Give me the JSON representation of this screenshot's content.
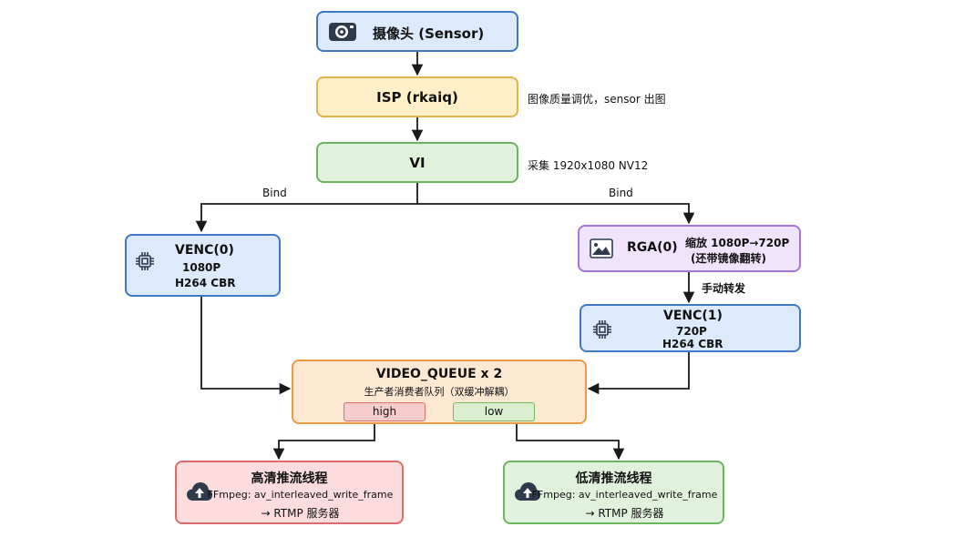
{
  "colors": {
    "blue": "#3f79c6",
    "yellow": "#e0b44a",
    "green": "#6cb45e",
    "purple": "#a675dc",
    "orange": "#ec9a45",
    "red": "#dd6b6b",
    "arrow": "#1a1a1a"
  },
  "nodes": {
    "sensor": {
      "label": "摄像头 (Sensor)",
      "icon": "camera-icon"
    },
    "isp": {
      "label": "ISP (rkaiq)",
      "note": "图像质量调优，sensor 出图"
    },
    "vi": {
      "label": "VI",
      "note": "采集 1920x1080 NV12"
    },
    "venc0": {
      "title": "VENC(0)",
      "line1": "1080P",
      "line2": "H264 CBR",
      "icon": "chip-icon"
    },
    "rga0": {
      "title": "RGA(0)",
      "line1": "缩放 1080P→720P",
      "line2": "(还带镜像翻转)",
      "icon": "image-icon"
    },
    "venc1": {
      "title": "VENC(1)",
      "line1": "720P",
      "line2": "H264 CBR",
      "icon": "chip-icon"
    },
    "queue": {
      "title": "VIDEO_QUEUE x 2",
      "subtitle": "生产者消费者队列（双缓冲解耦）",
      "high": "high",
      "low": "low"
    },
    "push_high": {
      "title": "高清推流线程",
      "line1": "FFmpeg: av_interleaved_write_frame",
      "line2": "→ RTMP 服务器",
      "icon": "cloud-upload-icon"
    },
    "push_low": {
      "title": "低清推流线程",
      "line1": "FFmpeg: av_interleaved_write_frame",
      "line2": "→ RTMP 服务器",
      "icon": "cloud-upload-icon"
    }
  },
  "edges": {
    "bind_left": "Bind",
    "bind_right": "Bind",
    "manual_forward": "手动转发"
  }
}
